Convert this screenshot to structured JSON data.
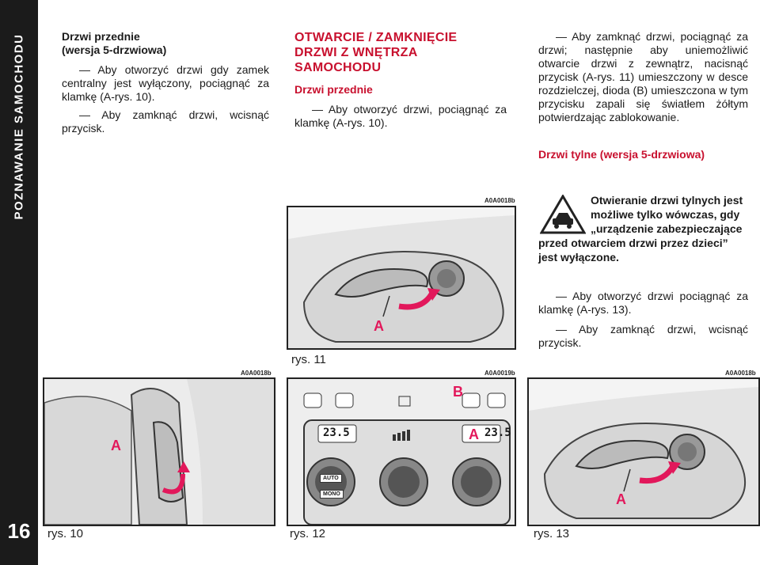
{
  "sidebar": {
    "title": "POZNAWANIE SAMOCHODU",
    "page_number": "16"
  },
  "col1": {
    "heading_line1": "Drzwi przednie",
    "heading_line2": "(wersja 5-drzwiowa)",
    "p1": "— Aby otworzyć drzwi gdy zamek centralny jest wyłączony, pociągnąć za klamkę (A-rys. 10).",
    "p2": "— Aby zamknąć drzwi, wcisnąć przycisk."
  },
  "col2": {
    "title_line1": "OTWARCIE / ZAMKNIĘCIE",
    "title_line2": "DRZWI Z WNĘTRZA",
    "title_line3": "SAMOCHODU",
    "subheading": "Drzwi przednie",
    "p1": "— Aby otworzyć drzwi, pociągnąć za klamkę (A-rys. 10)."
  },
  "col3": {
    "p1": "— Aby zamknąć drzwi, pociągnąć za drzwi; następnie aby uniemożliwić otwarcie drzwi z zewnątrz, nacisnąć przycisk (A-rys. 11) umieszczony w desce rozdzielczej, dioda (B) umieszczona w tym przycisku zapali się światłem żółtym potwierdzając zablokowanie.",
    "subheading": "Drzwi tylne (wersja 5-drzwiowa)",
    "warning": "Otwieranie drzwi tylnych jest możliwe tylko wówczas, gdy „urządzenie zabezpieczające przed otwarciem drzwi przez dzieci” jest wyłączone.",
    "p2": "— Aby otworzyć drzwi pociągnąć za klamkę (A-rys. 13).",
    "p3": "— Aby zamknąć drzwi, wcisnąć przycisk."
  },
  "figures": {
    "fig11": {
      "code": "A0A0018b",
      "caption": "rys. 11",
      "label_a": "A"
    },
    "fig10": {
      "code": "A0A0018b",
      "caption": "rys. 10",
      "label_a": "A"
    },
    "fig12": {
      "code": "A0A0019b",
      "caption": "rys. 12",
      "label_a": "A",
      "label_b": "B",
      "display_left": "23.5",
      "display_right": "23.5",
      "btn_auto": "AUTO",
      "btn_mono": "MONO"
    },
    "fig13": {
      "code": "A0A0018b",
      "caption": "rys. 13",
      "label_a": "A"
    }
  },
  "colors": {
    "accent": "#c8102e",
    "sidebar": "#1b1b1b",
    "arrow": "#e2185b"
  }
}
